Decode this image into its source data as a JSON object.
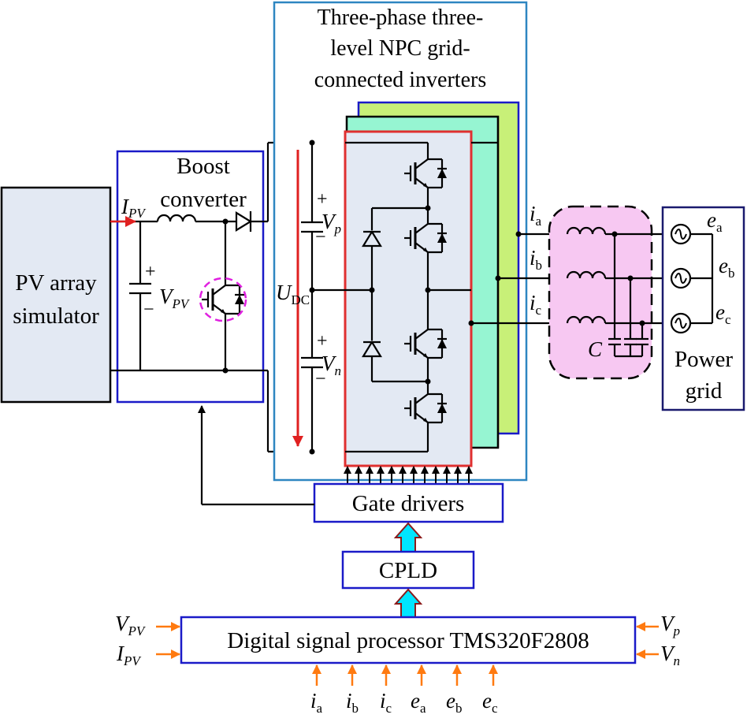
{
  "blocks": {
    "pv_array": [
      "PV array",
      "simulator"
    ],
    "boost": [
      "Boost",
      "converter"
    ],
    "inverter_title": [
      "Three-phase three-",
      "level NPC grid-",
      "connected inverters"
    ],
    "power_grid": [
      "Power",
      "grid"
    ],
    "gate_drivers": "Gate drivers",
    "cpld": "CPLD",
    "dsp": "Digital signal processor TMS320F2808"
  },
  "symbols": {
    "I": "I",
    "V": "V",
    "U": "U",
    "C": "C",
    "i": "i",
    "e": "e",
    "PV": "PV",
    "DC": "DC",
    "p": "p",
    "n": "n",
    "a": "a",
    "b": "b",
    "c": "c",
    "plus": "+",
    "minus": "−"
  },
  "colors": {
    "pv_fill": "#E3E9F3",
    "boost_border": "#1A1AC8",
    "inverter_border": "#2E86C1",
    "leg1_border": "#E03030",
    "leg1_fill": "#E3E9F3",
    "leg2_fill": "#96F5D2",
    "leg3_fill": "#C8F078",
    "leg3_border": "#1A1AC8",
    "filter_fill": "#F7C8F2",
    "switch_highlight": "#E020E0",
    "udc_arrow": "#E02020",
    "signal_arrow": "#FF7A10",
    "bus_arrow_fill": "#00E5FF",
    "bus_arrow_border": "#8B1A1A",
    "block_border": "#1A1AC8",
    "grid_border": "#1A1A6E"
  }
}
